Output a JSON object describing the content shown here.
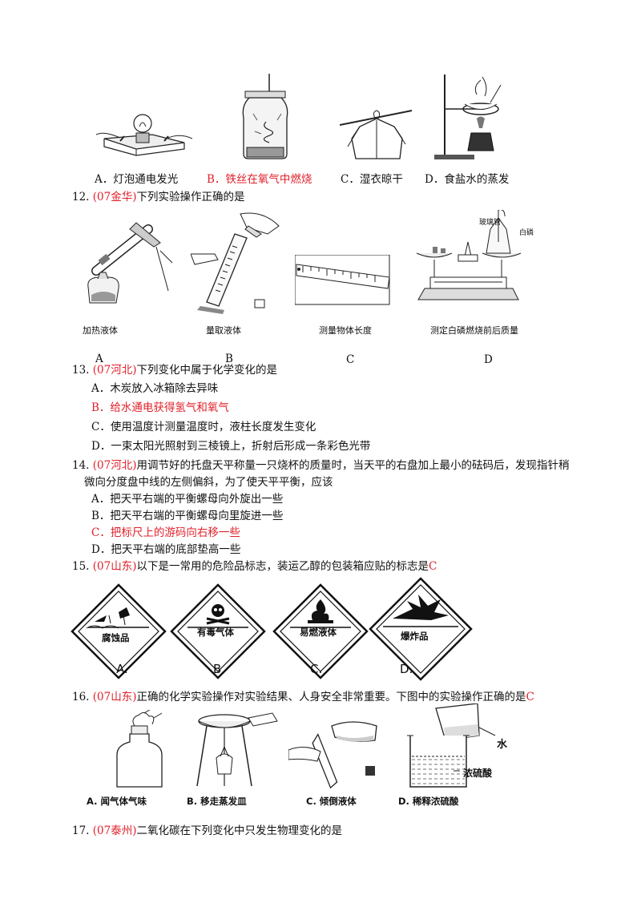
{
  "q11": {
    "options": [
      {
        "letter": "A．",
        "text": "灯泡通电发光",
        "red": false
      },
      {
        "letter": "B．",
        "text": "铁丝在氧气中燃烧",
        "red": true
      },
      {
        "letter": "C．",
        "text": "湿衣晾干",
        "red": false
      },
      {
        "letter": "D．",
        "text": "食盐水的蒸发",
        "red": false
      }
    ]
  },
  "q12": {
    "num": "12.",
    "source": "(07金华)",
    "stem": "下列实验操作正确的是",
    "captions": [
      "加热液体",
      "量取液体",
      "测量物体长度",
      "测定白磷燃烧前后质量"
    ],
    "letters": [
      "A",
      "B",
      "C",
      "D"
    ],
    "figure_labels": {
      "glass_tube": "玻璃管",
      "white_phosphorus": "白磷"
    }
  },
  "q13": {
    "num": "13.",
    "source": "(07河北)",
    "stem": "下列变化中属于化学变化的是",
    "options": [
      {
        "letter": "A．",
        "text": "木炭放入冰箱除去异味",
        "red": false
      },
      {
        "letter": "B．",
        "text": "给水通电获得氢气和氧气",
        "red": true
      },
      {
        "letter": "C．",
        "text": "使用温度计测量温度时，液柱长度发生变化",
        "red": false
      },
      {
        "letter": "D．",
        "text": "一束太阳光照射到三棱镜上，折射后形成一条彩色光带",
        "red": false
      }
    ]
  },
  "q14": {
    "num": "14.",
    "source": "(07河北)",
    "stem_line1": "用调节好的托盘天平称量一只烧杯的质量时，当天平的右盘加上最小的砝码后，发现指针稍",
    "stem_line2": "微向分度盘中线的左侧偏斜，为了使天平平衡，应该",
    "options": [
      {
        "letter": "A．",
        "text": "把天平右端的平衡螺母向外旋出一些",
        "red": false
      },
      {
        "letter": "B．",
        "text": "把天平右端的平衡螺母向里旋进一些",
        "red": false
      },
      {
        "letter": "C．",
        "text": "把标尺上的游码向右移一些",
        "red": true
      },
      {
        "letter": "D．",
        "text": "把天平右端的底部垫高一些",
        "red": false
      }
    ]
  },
  "q15": {
    "num": "15.",
    "source": "(07山东)",
    "stem": "以下是一常用的危险品标志，装运乙醇的包装箱应贴的标志是",
    "answer": "C",
    "signs": [
      {
        "label": "腐蚀品",
        "letter": "A."
      },
      {
        "label": "有毒气体",
        "letter": "B."
      },
      {
        "label": "易燃液体",
        "letter": "C."
      },
      {
        "label": "爆炸品",
        "letter": "D."
      }
    ]
  },
  "q16": {
    "num": "16.",
    "source": "(07山东)",
    "stem": "正确的化学实验操作对实验结果、人身安全非常重要。下图中的实验操作正确的是",
    "answer": "C",
    "captions": [
      "A. 闻气体气味",
      "B. 移走蒸发皿",
      "C. 倾倒液体",
      "D. 稀释浓硫酸"
    ],
    "figure_labels": {
      "water": "水",
      "conc_acid": "浓硫酸"
    }
  },
  "q17": {
    "num": "17.",
    "source": "(07泰州)",
    "stem": "二氧化碳在下列变化中只发生物理变化的是"
  }
}
